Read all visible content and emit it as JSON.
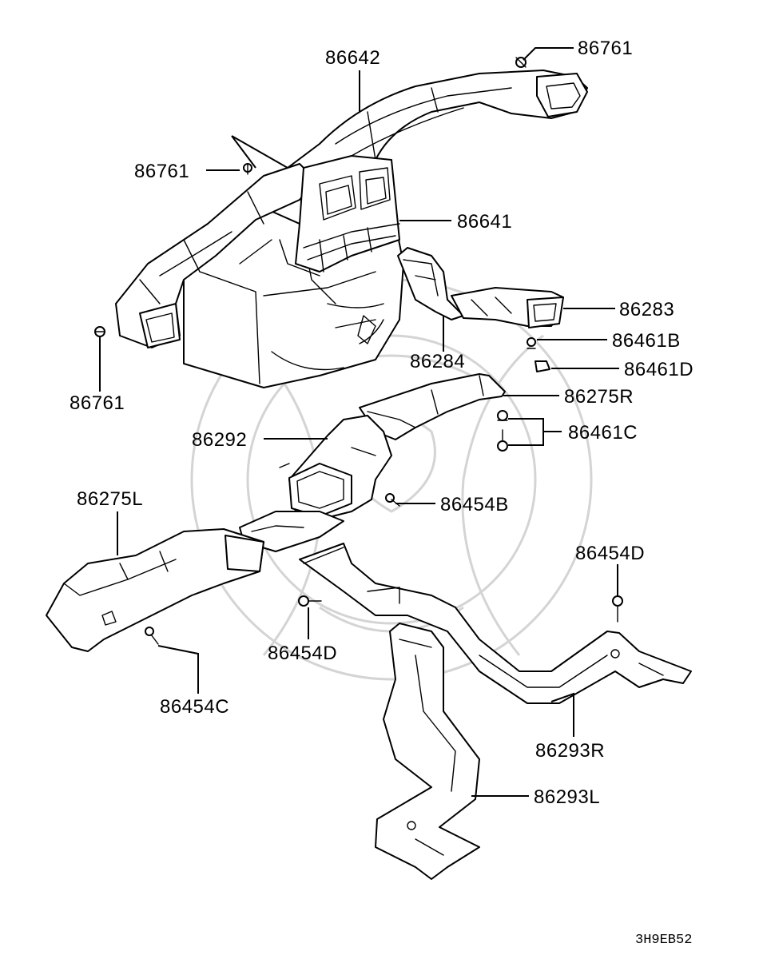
{
  "labels": {
    "p86642": "86642",
    "p86761_top": "86761",
    "p86761_left": "86761",
    "p86761_bottom": "86761",
    "p86641": "86641",
    "p86283": "86283",
    "p86461B": "86461B",
    "p86284": "86284",
    "p86461D": "86461D",
    "p86275R": "86275R",
    "p86292": "86292",
    "p86461C": "86461C",
    "p86454B": "86454B",
    "p86275L": "86275L",
    "p86454D_right": "86454D",
    "p86454D_center": "86454D",
    "p86454C": "86454C",
    "p86293R": "86293R",
    "p86293L": "86293L"
  },
  "diagram_code": "3H9EB52"
}
